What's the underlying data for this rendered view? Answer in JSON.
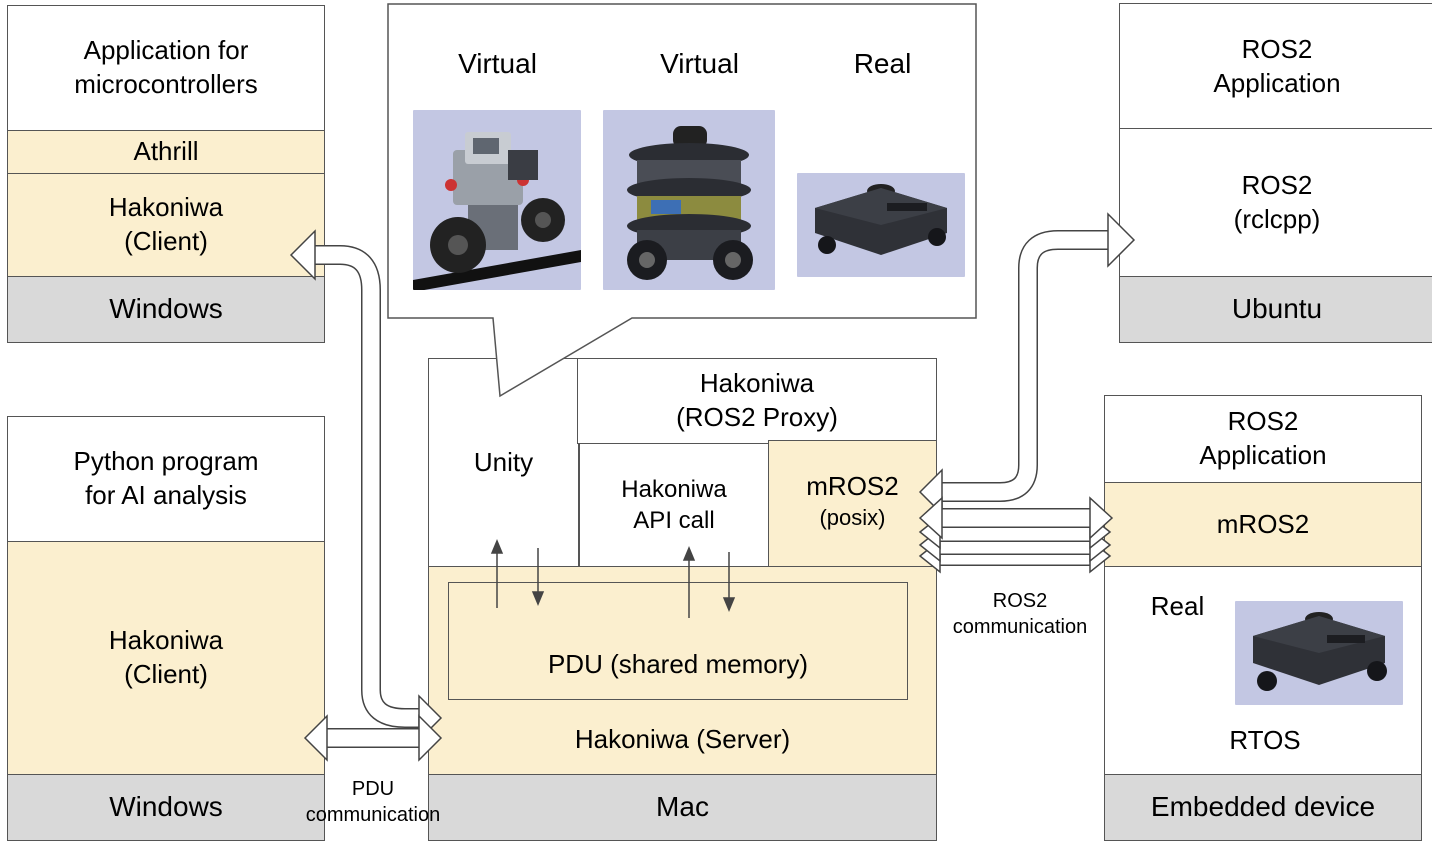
{
  "left_top": {
    "app": "Application for\nmicrocontrollers",
    "athrill": "Athrill",
    "client": "Hakoniwa\n(Client)",
    "os": "Windows"
  },
  "left_bottom": {
    "app": "Python program\nfor AI analysis",
    "client": "Hakoniwa\n(Client)",
    "os": "Windows"
  },
  "callout": {
    "labels": [
      "Virtual",
      "Virtual",
      "Real"
    ],
    "robots": [
      "lego-robot-icon",
      "turtlebot-icon",
      "real-robot-icon"
    ]
  },
  "center": {
    "unity": "Unity",
    "proxy": "Hakoniwa\n(ROS2 Proxy)",
    "api_call": "Hakoniwa\nAPI call",
    "mros2": "mROS2",
    "mros2_sub": "(posix)",
    "pdu": "PDU (shared memory)",
    "server": "Hakoniwa (Server)",
    "os": "Mac"
  },
  "right_top": {
    "app": "ROS2\nApplication",
    "rclcpp": "ROS2\n(rclcpp)",
    "os": "Ubuntu"
  },
  "right_bottom": {
    "app": "ROS2\nApplication",
    "mros2": "mROS2",
    "real": "Real",
    "rtos": "RTOS",
    "os": "Embedded device"
  },
  "labels": {
    "pdu_comm": "PDU\ncommunication",
    "ros2_comm": "ROS2\ncommunication"
  },
  "colors": {
    "yellow": "#fbefcf",
    "gray": "#d9d9d9",
    "border": "#555555",
    "robot_bg": "#c3c7e3"
  }
}
